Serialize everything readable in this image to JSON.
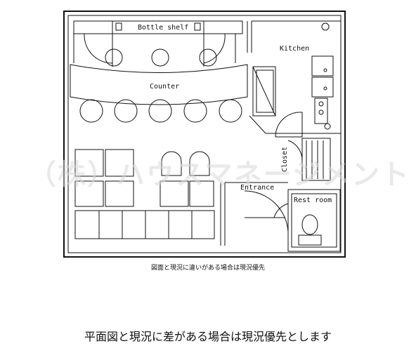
{
  "labels": {
    "bottle_shelf": "Bottle shelf",
    "kitchen": "Kitchen",
    "counter": "Counter",
    "closet": "Closet",
    "entrance": "Entrance",
    "rest_room": "Rest room"
  },
  "watermark": "（株）ハウスマネージメント",
  "caption_small": "図面と現況に違いがある場合は現況優先",
  "caption_large": "平面図と現況に差がある場合は現況優先とします"
}
